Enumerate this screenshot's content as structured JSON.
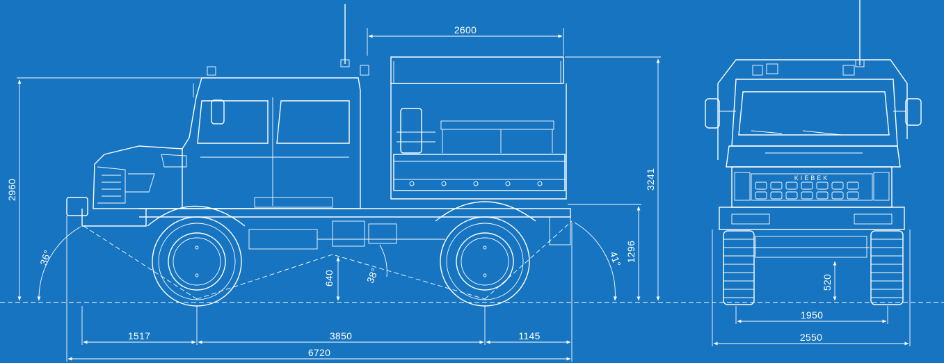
{
  "colors": {
    "background": "#1674c0",
    "lines": "#ffffff"
  },
  "side_view": {
    "length_overall": "6720",
    "front_overhang": "1517",
    "wheelbase": "3850",
    "rear_overhang": "1145",
    "body_length": "2600",
    "height_to_cab_roof": "2960",
    "height_overall": "3241",
    "platform_height": "1296",
    "ground_clearance": "640",
    "approach_angle": "36°",
    "breakover_angle": "38°",
    "departure_angle": "41°"
  },
  "front_view": {
    "track_width": "1950",
    "overall_width": "2550",
    "axle_clearance": "520",
    "grille_badge": "KIEBEK"
  }
}
